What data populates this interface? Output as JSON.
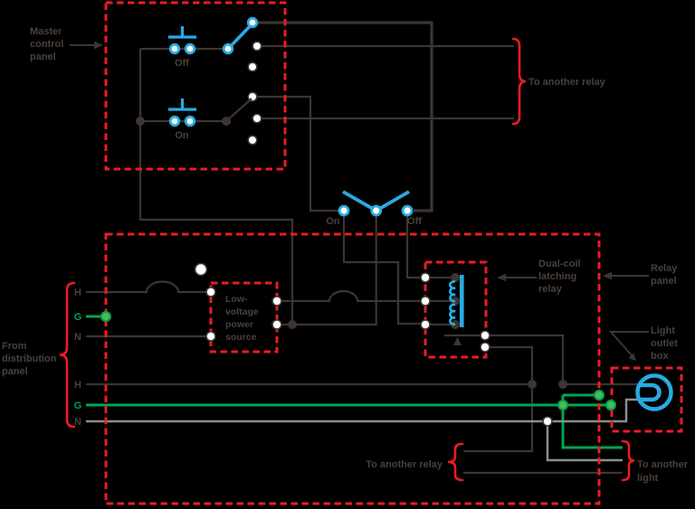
{
  "colors": {
    "background": "#000000",
    "wire_dark": "#3d3531",
    "wire_neutral_gray": "#8e8e8e",
    "wire_ground_green": "#00a651",
    "accent_blue": "#29abe2",
    "accent_red": "#ec1c24",
    "label_text": "#4a403a"
  },
  "labels": {
    "master_panel": [
      "Master",
      "control",
      "panel"
    ],
    "off_button": "Off",
    "on_button": "On",
    "to_another_relay_top": "To another relay",
    "switch_on": "On",
    "switch_off": "Off",
    "lv_source": [
      "Low-",
      "voltage",
      "power",
      "source"
    ],
    "dual_coil": [
      "Dual-coil",
      "latching",
      "relay"
    ],
    "relay_panel": [
      "Relay",
      "panel"
    ],
    "light_outlet": [
      "Light",
      "outlet",
      "box"
    ],
    "from_dist": [
      "From",
      "distribution",
      "panel"
    ],
    "wire_labels_top": [
      "H",
      "G",
      "N"
    ],
    "wire_labels_bottom": [
      "H",
      "G",
      "N"
    ],
    "to_another_relay_bottom": "To another relay",
    "to_another_light": [
      "To another",
      "light"
    ]
  }
}
